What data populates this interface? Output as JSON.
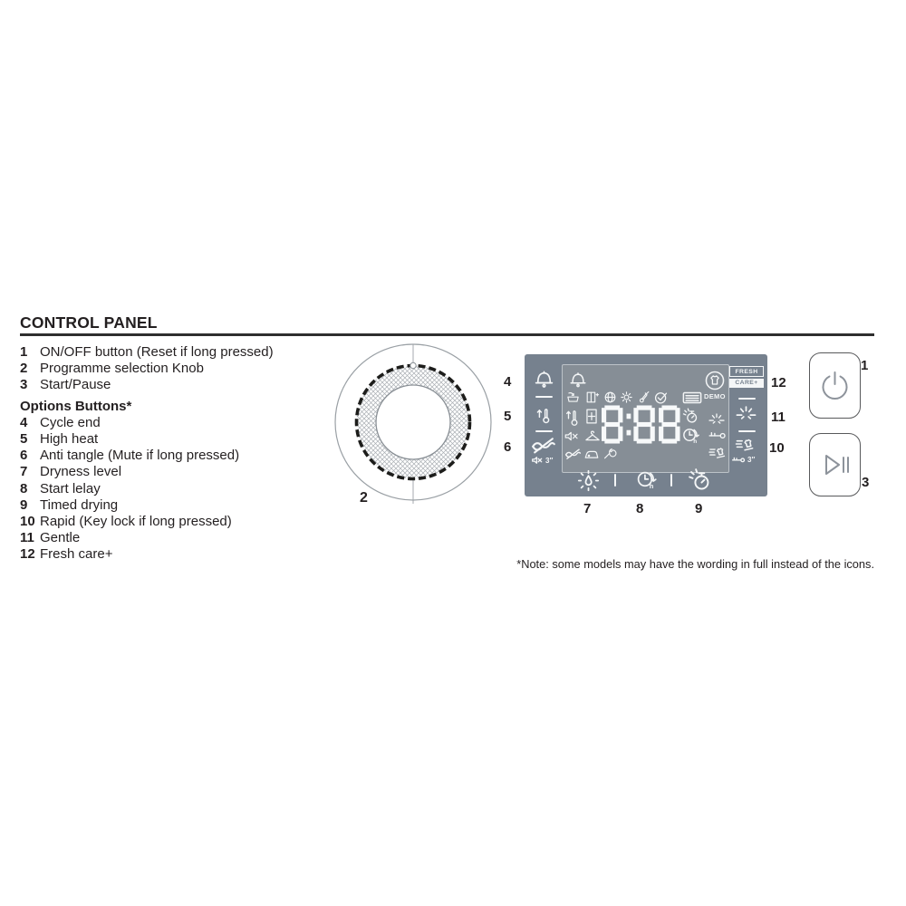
{
  "title": "CONTROL PANEL",
  "legend": {
    "options_heading": "Options Buttons*",
    "items": [
      {
        "num": "1",
        "label": "ON/OFF button (Reset if long pressed)"
      },
      {
        "num": "2",
        "label": "Programme selection Knob"
      },
      {
        "num": "3",
        "label": "Start/Pause"
      },
      {
        "num": "4",
        "label": "Cycle end"
      },
      {
        "num": "5",
        "label": "High heat"
      },
      {
        "num": "6",
        "label": "Anti tangle (Mute if long pressed)"
      },
      {
        "num": "7",
        "label": "Dryness level"
      },
      {
        "num": "8",
        "label": "Start lelay"
      },
      {
        "num": "9",
        "label": "Timed drying"
      },
      {
        "num": "10",
        "label": "Rapid (Key lock if long pressed)"
      },
      {
        "num": "11",
        "label": "Gentle"
      },
      {
        "num": "12",
        "label": "Fresh care+"
      }
    ]
  },
  "diagram": {
    "knob_callout": "2",
    "callouts": {
      "power": "1",
      "start_pause": "3",
      "cycle_end": "4",
      "high_heat": "5",
      "anti_tangle": "6",
      "dryness": "7",
      "start_delay": "8",
      "timed_drying": "9",
      "rapid": "10",
      "gentle": "11",
      "fresh_care": "12"
    },
    "display": {
      "digits": "8:88",
      "demo_label": "DEMO"
    },
    "badge": {
      "line1": "FRESH",
      "line2": "CARE+"
    },
    "mute_hold": "3″",
    "keylock_hold": "3″"
  },
  "note": "*Note: some models may have the wording in full instead of the icons.",
  "colors": {
    "panel": "#76818e",
    "display": "#868e96",
    "icon": "#f4f6f7",
    "text": "#231f20"
  },
  "icons": {
    "bell-icon": "bell outline (cycle end)",
    "thermometer-up-icon": "thermometer with up arrow (high heat)",
    "anti-tangle-icon": "twisted towel crossed out",
    "mute-icon": "speaker crossed (mute)",
    "dryness-sun-drop-icon": "sun rays with droplet",
    "delay-clock-icon": "clock with arrow and h",
    "timed-drying-stopwatch-icon": "stopwatch with rays",
    "gentle-sparkle-icon": "low-heat ray burst",
    "rapid-run-icon": "shirt with speed lines",
    "key-icon": "key lock glyph",
    "power-icon": "power symbol",
    "play-pause-icon": "play/pause symbol",
    "hanger-icon": "clothes hanger",
    "iron-icon": "iron",
    "wrench-icon": "wrench (service)",
    "globe-icon": "globe grid",
    "sun-icon": "sun",
    "check-circle-icon": "check mark in circle",
    "thermo-check-icon": "tilted thermometer with check",
    "drum-load-icon": "load tub with arrow",
    "door-plus-icon": "panel with plus marks",
    "door-grid-icon": "panel with cross",
    "lcd-icon": "small display rectangle",
    "shirt-circle-icon": "shirt in circle (fresh care+)",
    "knob-diagram": "programme selection knob with hatched ring"
  }
}
